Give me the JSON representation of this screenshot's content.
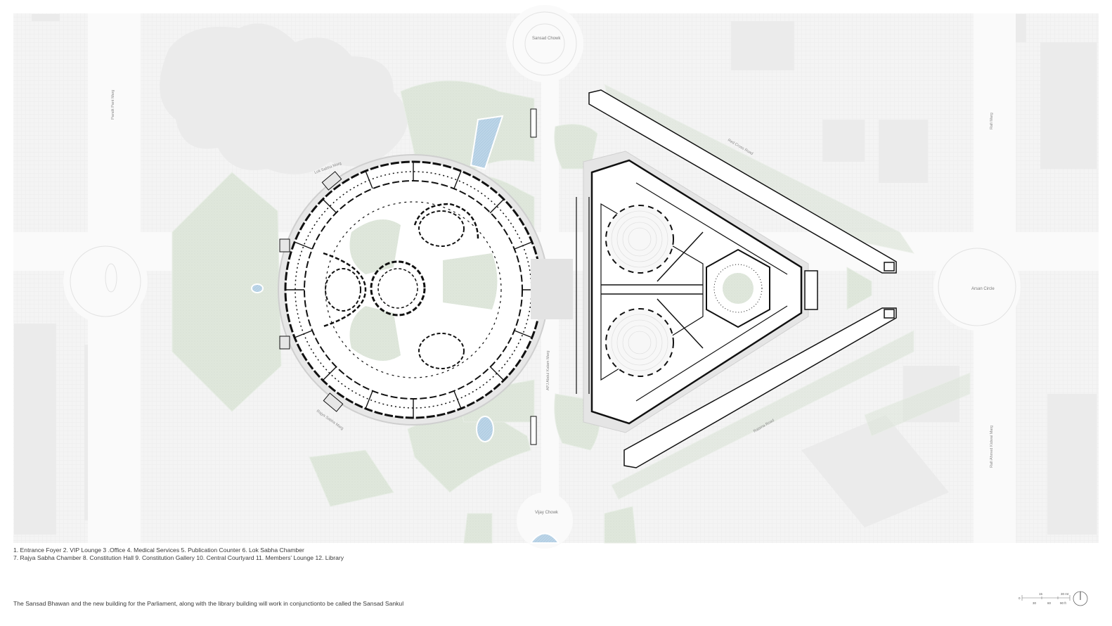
{
  "figure": {
    "type": "architectural-site-plan",
    "subject": "Sansad Bhawan and New Parliament Building"
  },
  "legend": {
    "line1": "1. Entrance Foyer 2. VIP Lounge 3 .Office 4. Medical Services 5. Publication Counter 6. Lok Sabha Chamber",
    "line2": "7. Rajya Sabha Chamber 8. Constitution Hall 9. Constitution Gallery 10. Central Courtyard 11. Members' Lounge 12. Library",
    "items": [
      {
        "num": "1",
        "label": "Entrance Foyer"
      },
      {
        "num": "2",
        "label": "VIP Lounge"
      },
      {
        "num": "3",
        "label": "Office"
      },
      {
        "num": "4",
        "label": "Medical Services"
      },
      {
        "num": "5",
        "label": "Publication Counter"
      },
      {
        "num": "6",
        "label": "Lok Sabha Chamber"
      },
      {
        "num": "7",
        "label": "Rajya Sabha Chamber"
      },
      {
        "num": "8",
        "label": "Constitution Hall"
      },
      {
        "num": "9",
        "label": "Constitution Gallery"
      },
      {
        "num": "10",
        "label": "Central Courtyard"
      },
      {
        "num": "11",
        "label": "Members' Lounge"
      },
      {
        "num": "12",
        "label": "Library"
      }
    ]
  },
  "description": "The Sansad Bhawan and the new building for the Parliament, along with the library building will work in conjunctionto be called the Sansad Sankul",
  "labels": {
    "sansad_chowk": "Sansad Chowk",
    "vijay_chowk": "Vijay Chowk",
    "arsan_circle": "Arsan Circle",
    "pandit_pant_marg": "Pandit Pant Marg",
    "lok_sabha_marg": "Lok Sabha Marg",
    "rajya_sabha_marg": "Rajya Sabha Marg",
    "apj_abdul_kalam_marg": "APJ Abdul Kalam Marg",
    "red_cross_road": "Red Cross Road",
    "raisina_road": "Raisina Road",
    "rafi_marg": "Rafi Marg",
    "rafi_ahmed_kidwai_marg": "Rafi Ahmed Kidwai Marg"
  },
  "scale_bar": {
    "zero": "0",
    "metric_ticks": [
      "15",
      "30 mt"
    ],
    "imperial_ticks": [
      "30",
      "60",
      "90 ft"
    ]
  },
  "colors": {
    "background": "#ffffff",
    "road": "#f0f0f0",
    "block": "#e9e9e9",
    "green": "#dde6d9",
    "water": "#b9d3e6",
    "wall": "#111111",
    "text": "#3a3a3a"
  }
}
